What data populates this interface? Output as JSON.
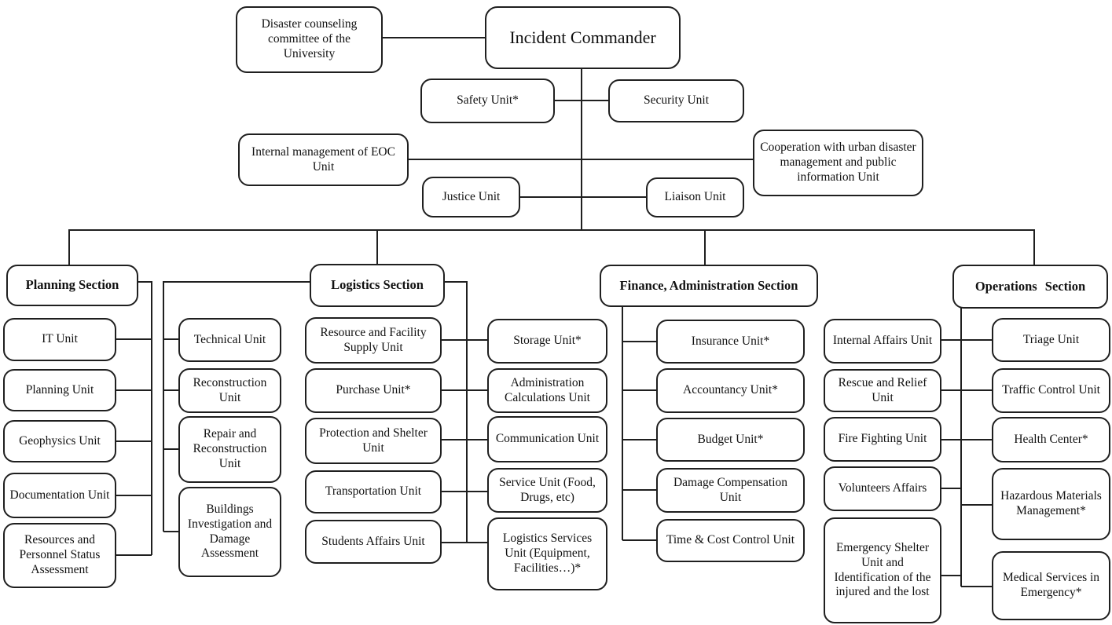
{
  "palette": {
    "line_color": "#1f1f1f",
    "box_border": "#1f1f1f",
    "box_background": "#ffffff",
    "text_color": "#111111"
  },
  "top": {
    "disaster_committee": "Disaster counseling committee of the University",
    "incident_commander": "Incident Commander",
    "safety_unit": "Safety Unit*",
    "security_unit": "Security Unit",
    "internal_eoc": "Internal management of EOC Unit",
    "cooperation": "Cooperation with urban disaster management and public information Unit",
    "justice_unit": "Justice Unit",
    "liaison_unit": "Liaison Unit"
  },
  "sections": {
    "planning": {
      "label": "Planning Section",
      "units": [
        "IT Unit",
        "Planning Unit",
        "Geophysics Unit",
        "Documentation Unit",
        "Resources and Personnel Status Assessment"
      ]
    },
    "logistics": {
      "label": "Logistics Section",
      "left_units": [
        "Technical Unit",
        "Reconstruction Unit",
        "Repair and Reconstruction Unit",
        "Buildings Investigation and Damage Assessment"
      ],
      "mid_units": [
        "Resource and Facility Supply Unit",
        "Purchase Unit*",
        "Protection and Shelter Unit",
        "Transportation Unit",
        "Students Affairs Unit"
      ],
      "right_units": [
        "Storage Unit*",
        "Administration Calculations Unit",
        "Communication Unit",
        "Service Unit (Food, Drugs, etc)",
        "Logistics Services Unit (Equipment, Facilities…)*"
      ]
    },
    "finance": {
      "label": "Finance, Administration Section",
      "units": [
        "Insurance Unit*",
        "Accountancy Unit*",
        "Budget Unit*",
        "Damage Compensation Unit",
        "Time & Cost Control Unit"
      ]
    },
    "operations": {
      "label": "Operations  Section",
      "left_units": [
        "Internal Affairs Unit",
        "Rescue and Relief Unit",
        "Fire Fighting Unit",
        "Volunteers Affairs",
        "Emergency Shelter Unit and Identification of the injured and the lost"
      ],
      "right_units": [
        "Triage Unit",
        "Traffic Control Unit",
        "Health Center*",
        "Hazardous Materials Management*",
        "Medical Services in Emergency*"
      ]
    }
  }
}
